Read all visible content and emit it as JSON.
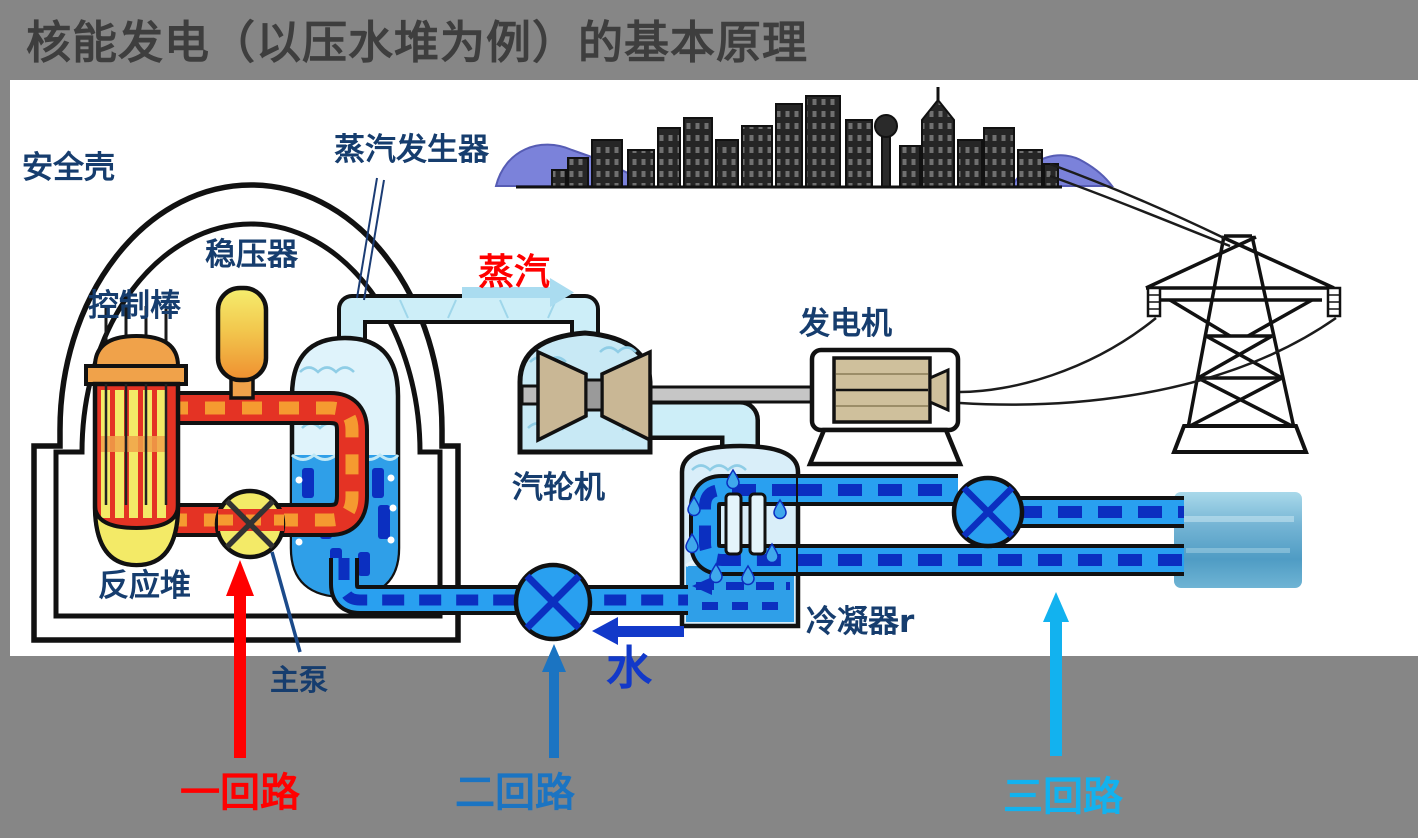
{
  "title": "核能发电（以压水堆为例）的基本原理",
  "labels": {
    "containment": "安全壳",
    "steam_generator": "蒸汽发生器",
    "pressurizer": "稳压器",
    "control_rods": "控制棒",
    "steam": "蒸汽",
    "generator": "发电机",
    "turbine": "汽轮机",
    "reactor": "反应堆",
    "main_pump": "主泵",
    "condenser": "冷凝器r",
    "water": "水",
    "loop1": "一回路",
    "loop2": "二回路",
    "loop3": "三回路"
  },
  "colors": {
    "background": "#868686",
    "panel": "#ffffff",
    "title_text": "#3e3e3e",
    "label_navy": "#163d6e",
    "steam_red": "#ff0000",
    "loop1_red": "#ff0000",
    "loop2_blue": "#1b74c2",
    "loop3_cyan": "#12b2ef",
    "water_text_blue": "#1239c9",
    "primary_pipe_red": "#e43324",
    "primary_pipe_dash": "#f59a30",
    "secondary_pipe_blue": "#29a0f0",
    "secondary_pipe_dash": "#0b2fc0",
    "steam_pipe_fill": "#cdeef8",
    "vessel_water_blue": "#2f9fe8",
    "pump_yellow": "#f3ea67",
    "machine_tan": "#c9b795",
    "hill_purple": "#7b82da",
    "building_dark": "#262626"
  }
}
